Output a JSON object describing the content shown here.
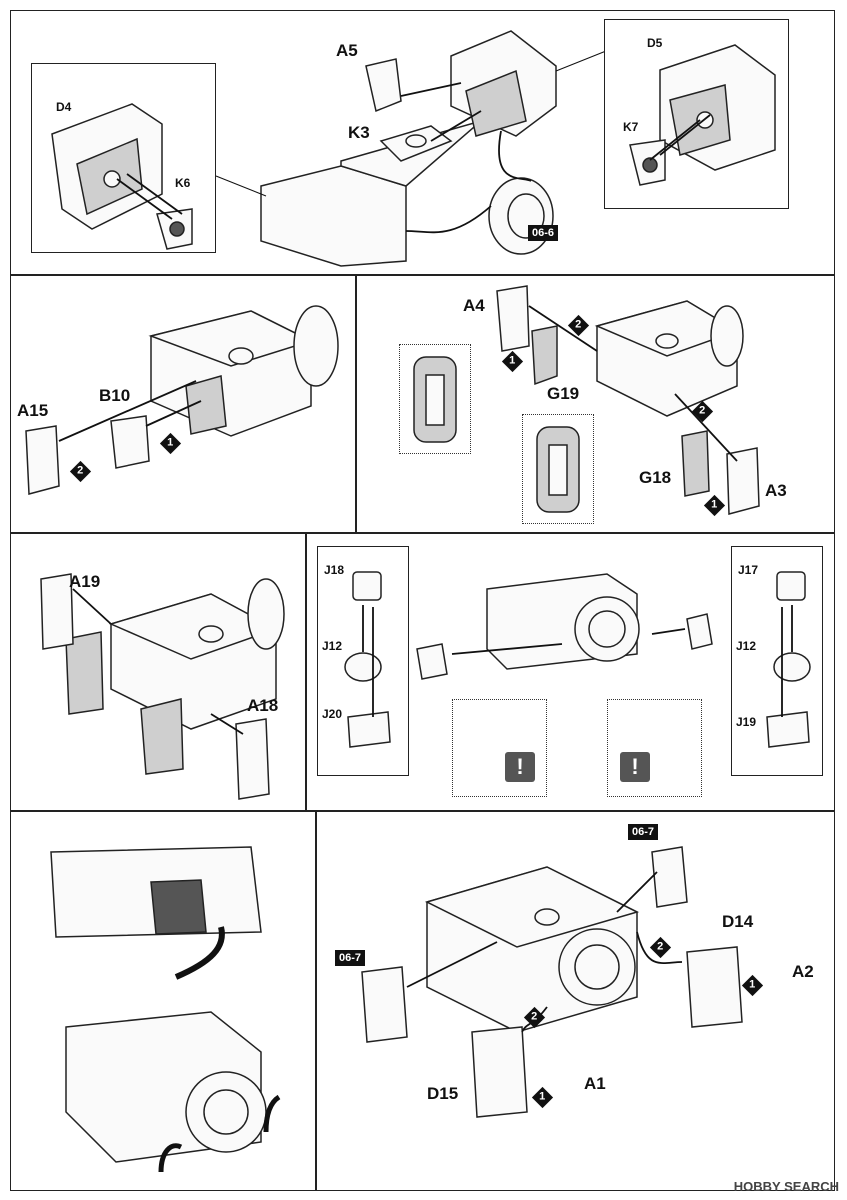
{
  "panel1": {
    "labels": {
      "a5": "A5",
      "k3": "K3",
      "d4": "D4",
      "k6": "K6",
      "d5": "D5",
      "k7": "K7"
    },
    "ref": "06-6"
  },
  "panel2": {
    "labels": {
      "a15": "A15",
      "b10": "B10"
    },
    "steps": [
      "1",
      "2"
    ]
  },
  "panel3": {
    "labels": {
      "a4": "A4",
      "g19": "G19",
      "g18": "G18",
      "a3": "A3"
    },
    "steps": [
      "2",
      "1",
      "2",
      "1"
    ]
  },
  "panel4": {
    "labels": {
      "a19": "A19",
      "a18": "A18"
    }
  },
  "panel5": {
    "labels": {
      "j18": "J18",
      "j12_left": "J12",
      "j20": "J20",
      "j17": "J17",
      "j12_right": "J12",
      "j19": "J19"
    },
    "warning": "!"
  },
  "panel6": {
    "note": ""
  },
  "panel7": {
    "labels": {
      "d14": "D14",
      "a2": "A2",
      "d15": "D15",
      "a1": "A1"
    },
    "refs": [
      "06-7",
      "06-7"
    ],
    "steps": [
      "2",
      "1",
      "2",
      "1"
    ]
  },
  "watermark": "HOBBY SEARCH",
  "colors": {
    "ink": "#111111",
    "badge": "#111111",
    "part": "#fafafa",
    "shade": "#cfcfcf"
  }
}
